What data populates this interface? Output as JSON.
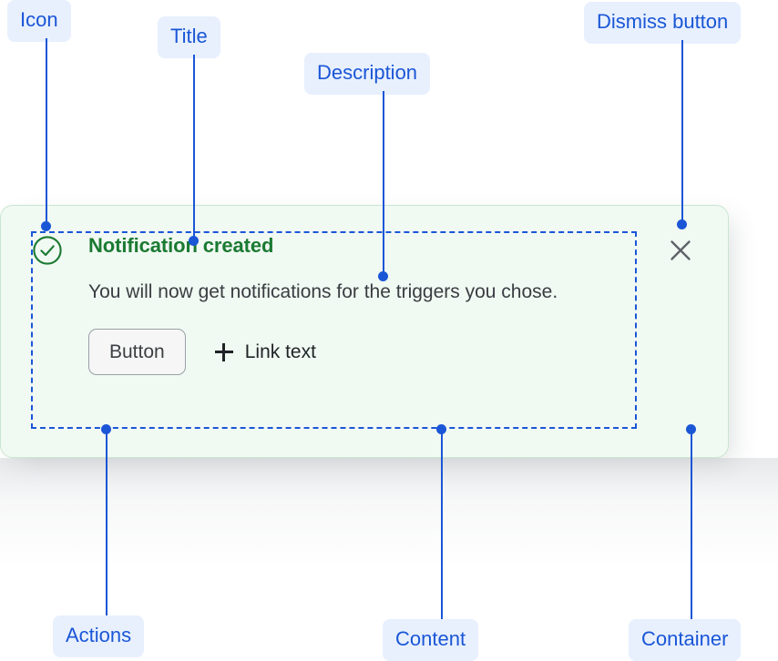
{
  "notification": {
    "icon": "check-circle-icon",
    "title": "Notification created",
    "description": "You will now get notifications for the triggers you chose.",
    "button_label": "Button",
    "link_label": "Link text",
    "link_icon": "plus-icon",
    "dismiss_icon": "close-icon",
    "colors": {
      "background": "#f1f9f3",
      "border": "#c8e6d0",
      "title": "#1b7a32",
      "icon": "#1b7a32",
      "description": "#393d41",
      "button_background": "#f6f6f6",
      "button_border": "#9aa0a6"
    }
  },
  "annotations": {
    "accent": "#1a56d6",
    "pill_background": "#e8f0fe",
    "labels": {
      "icon": "Icon",
      "title": "Title",
      "description": "Description",
      "dismiss_button": "Dismiss button",
      "actions": "Actions",
      "content": "Content",
      "container": "Container"
    }
  }
}
